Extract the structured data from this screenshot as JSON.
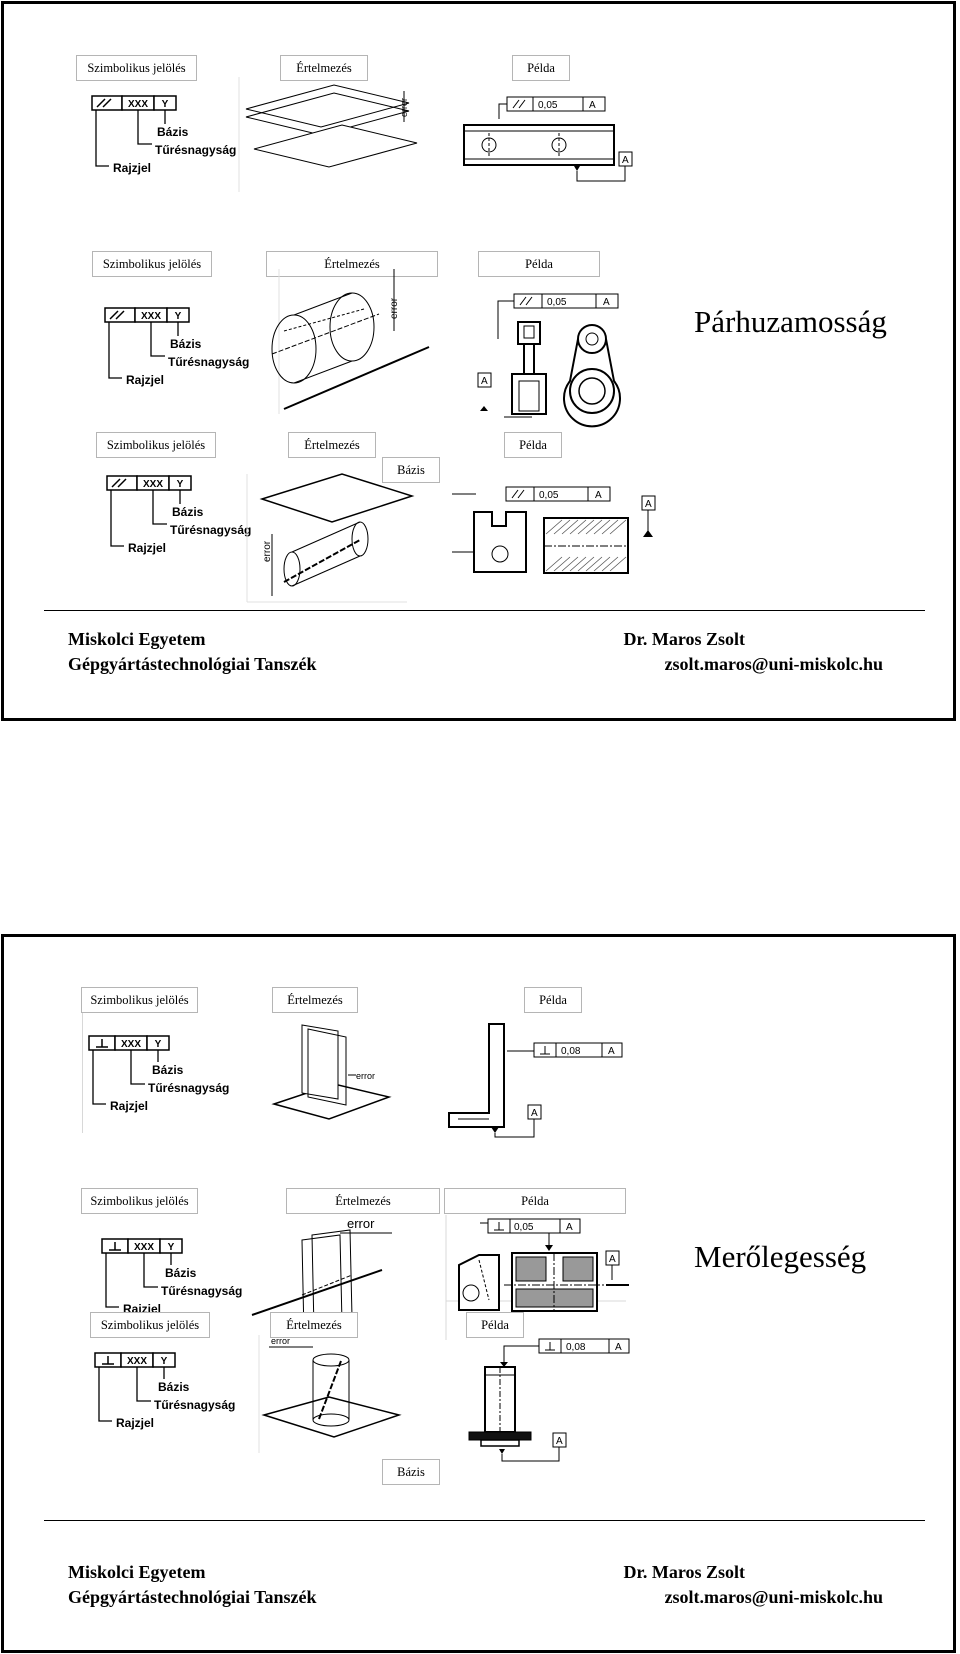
{
  "labels": {
    "symbolic": "Szimbolikus jelölés",
    "interpretation": "Értelmezés",
    "example": "Példa",
    "datum": "Bázis"
  },
  "symbol_legend": {
    "xxx": "XXX",
    "y": "Y",
    "datum": "Bázis",
    "tolerance": "Tűrésnagyság",
    "symbol": "Rajzjel"
  },
  "figure_text": {
    "error": "error",
    "tol_005": "0,05",
    "tol_008": "0,08",
    "datum_letter": "A"
  },
  "slides": [
    {
      "topic": "Párhuzamosság"
    },
    {
      "topic": "Merőlegesség"
    }
  ],
  "footer": {
    "university": "Miskolci Egyetem",
    "department": "Gépgyártástechnológiai Tanszék",
    "author": "Dr. Maros Zsolt",
    "email": "zsolt.maros@uni-miskolc.hu"
  }
}
